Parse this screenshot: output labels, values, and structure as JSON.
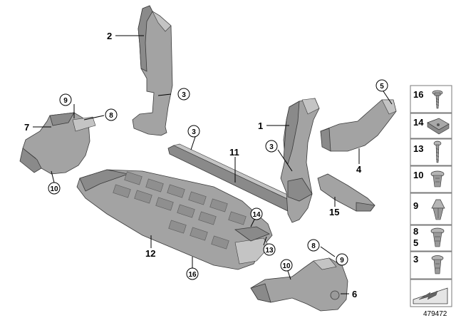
{
  "diagram": {
    "callouts": [
      "1",
      "2",
      "3",
      "4",
      "6",
      "7",
      "11",
      "12",
      "15"
    ],
    "circled_callouts": [
      "3",
      "3",
      "3",
      "5",
      "8",
      "8",
      "9",
      "9",
      "10",
      "10",
      "13",
      "14",
      "16"
    ],
    "legend": [
      {
        "label": "16",
        "icon": "screw-icon"
      },
      {
        "label": "14",
        "icon": "clip-nut-icon"
      },
      {
        "label": "13",
        "icon": "long-screw-icon"
      },
      {
        "label": "10",
        "icon": "push-rivet-icon"
      },
      {
        "label": "9",
        "icon": "expanding-rivet-icon"
      },
      {
        "label": "8",
        "icon": "rivet-icon"
      },
      {
        "label": "5",
        "icon": "rivet-icon"
      },
      {
        "label": "3",
        "icon": "pin-rivet-icon"
      }
    ],
    "document_id": "479472"
  }
}
